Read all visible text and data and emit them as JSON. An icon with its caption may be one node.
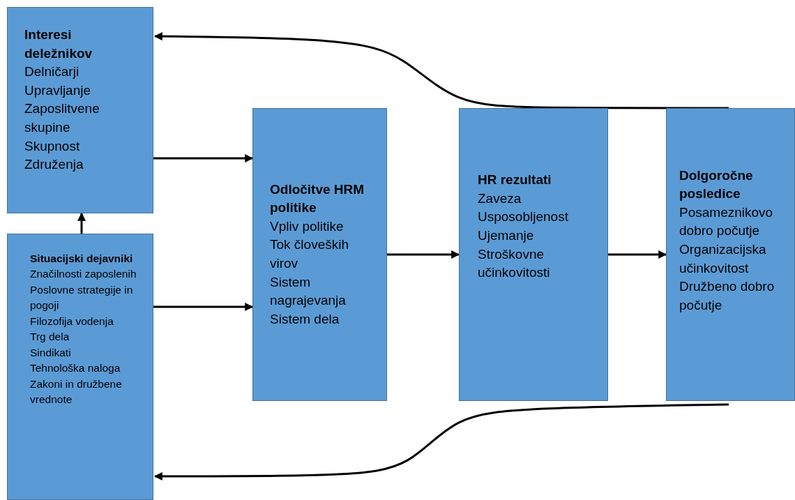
{
  "diagram": {
    "nodes": [
      {
        "text": [
          "Interesi deležnikov",
          "Delničarji",
          "Upravljanje",
          "Zaposlitvene skupine",
          "Skupnost",
          "Združenja"
        ]
      },
      {
        "text": [
          "Situacijski dejavniki",
          "Značilnosti zaposlenih",
          "Poslovne strategije in pogoji",
          "Filozofija vodenja",
          "Trg dela",
          "Sindikati",
          "Tehnološka naloga",
          "Zakoni in družbene vrednote"
        ]
      },
      {
        "text": [
          "Odločitve HRM politike",
          "Vpliv politike",
          "Tok človeških virov",
          "Sistem nagrajevanja",
          "Sistem dela"
        ]
      },
      {
        "text": [
          "HR rezultati",
          "Zaveza",
          "Usposobljenost",
          "Ujemanje",
          "Stroškovne učinkovitosti"
        ]
      },
      {
        "text": [
          "Dolgoročne posledice",
          "Posameznikovo dobro počutje",
          "Organizacijska učinkovitost",
          "Družbeno dobro počutje"
        ]
      }
    ],
    "edges": [
      {
        "from": 0,
        "to": 2,
        "arrow": "to"
      },
      {
        "from": 1,
        "to": 2,
        "arrow": "to"
      },
      {
        "from": 1,
        "to": 0,
        "arrow": "to"
      },
      {
        "from": 2,
        "to": 3,
        "arrow": "to"
      },
      {
        "from": 3,
        "to": 4,
        "arrow": "to"
      },
      {
        "from": 4,
        "to": 0,
        "arrow": "to"
      },
      {
        "from": 4,
        "to": 1,
        "arrow": "to"
      }
    ]
  }
}
